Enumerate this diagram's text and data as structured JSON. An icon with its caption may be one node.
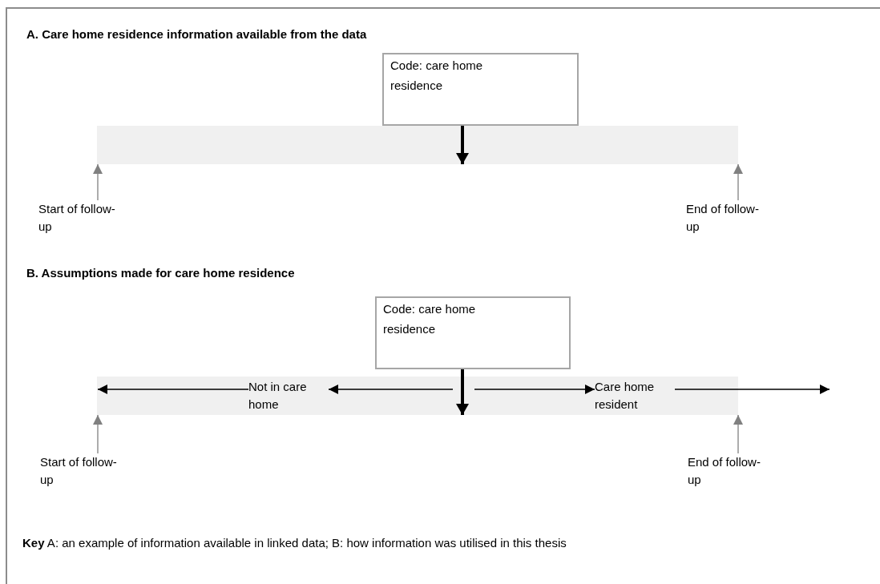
{
  "diagram": {
    "nodes": [
      {
        "text": [
          "Code: care home residence"
        ]
      },
      {
        "text": [],
        "shape": "bar"
      },
      {
        "text": [
          "Start of follow-up"
        ]
      },
      {
        "text": [
          "End of follow-up"
        ]
      },
      {
        "text": [
          "Code: care home residence"
        ]
      },
      {
        "text": [],
        "shape": "bar"
      },
      {
        "text": [
          "Not in care home"
        ],
        "in": 5
      },
      {
        "text": [
          "Care home resident"
        ],
        "in": 5
      },
      {
        "text": [
          "Start of follow-up"
        ]
      },
      {
        "text": [
          "End of follow-up"
        ]
      }
    ],
    "edges": [
      {
        "from": 0,
        "to": 1,
        "arrow": "to",
        "style": "thick"
      },
      {
        "from": 2,
        "to": 1,
        "arrow": "to",
        "color": "#808080"
      },
      {
        "from": 3,
        "to": 1,
        "arrow": "to",
        "color": "#808080"
      },
      {
        "from": 4,
        "to": 5,
        "arrow": "to",
        "style": "thick"
      },
      {
        "from": 6,
        "to": null,
        "arrow": "to"
      },
      {
        "from": null,
        "to": 6,
        "arrow": "to"
      },
      {
        "from": null,
        "to": 7,
        "arrow": "to"
      },
      {
        "from": 7,
        "to": null,
        "arrow": "to"
      },
      {
        "from": 8,
        "to": 5,
        "arrow": "to",
        "color": "#808080"
      },
      {
        "from": 9,
        "to": 5,
        "arrow": "to",
        "color": "#808080"
      }
    ],
    "labels": [
      "A. Care home residence information available from the data",
      "B. Assumptions made for care home residence",
      "**Key** A: an example of information available in linked data; B: how information was utilised in this thesis"
    ]
  }
}
